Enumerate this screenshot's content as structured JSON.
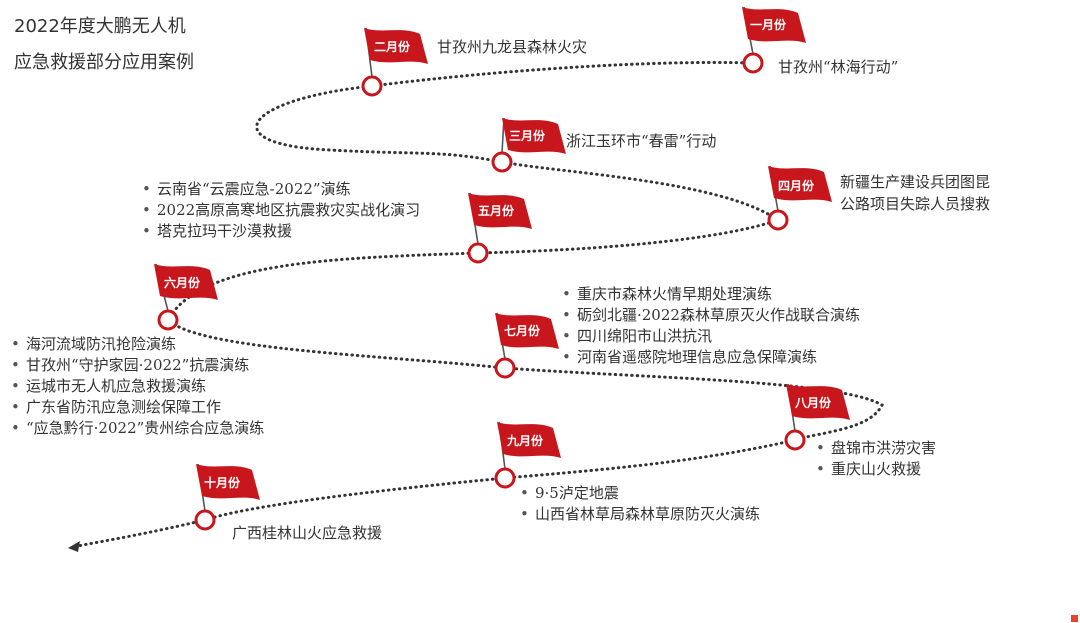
{
  "title": {
    "line1": "2022年度大鹏无人机",
    "line2": "应急救援部分应用案例"
  },
  "colors": {
    "flag_red": "#c8161d",
    "route_dots": "#333333",
    "marker_ring": "#c8161d"
  },
  "milestones": [
    {
      "month": "一月份",
      "events": [
        "甘孜州“林海行动”"
      ]
    },
    {
      "month": "二月份",
      "events": [
        "甘孜州九龙县森林火灾"
      ]
    },
    {
      "month": "三月份",
      "events": [
        "浙江玉环市“春雷”行动"
      ]
    },
    {
      "month": "四月份",
      "events": [
        "新疆生产建设兵团图昆",
        "公路项目失踪人员搜救"
      ]
    },
    {
      "month": "五月份",
      "events": [
        "云南省“云震应急-2022”演练",
        "2022高原高寒地区抗震救灾实战化演习",
        "塔克拉玛干沙漠救援"
      ]
    },
    {
      "month": "六月份",
      "events": [
        "海河流域防汛抢险演练",
        "甘孜州“守护家园·2022”抗震演练",
        "运城市无人机应急救援演练",
        "广东省防汛应急测绘保障工作",
        "“应急黔行·2022”贵州综合应急演练"
      ]
    },
    {
      "month": "七月份",
      "events": [
        "重庆市森林火情早期处理演练",
        "砺剑北疆·2022森林草原灭火作战联合演练",
        "四川绵阳市山洪抗汛",
        "河南省遥感院地理信息应急保障演练"
      ]
    },
    {
      "month": "八月份",
      "events": [
        "盘锦市洪涝灾害",
        "重庆山火救援"
      ]
    },
    {
      "month": "九月份",
      "events": [
        "9·5泸定地震",
        "山西省林草局森林草原防灭火演练"
      ]
    },
    {
      "month": "十月份",
      "events": [
        "广西桂林山火应急救援"
      ]
    }
  ]
}
